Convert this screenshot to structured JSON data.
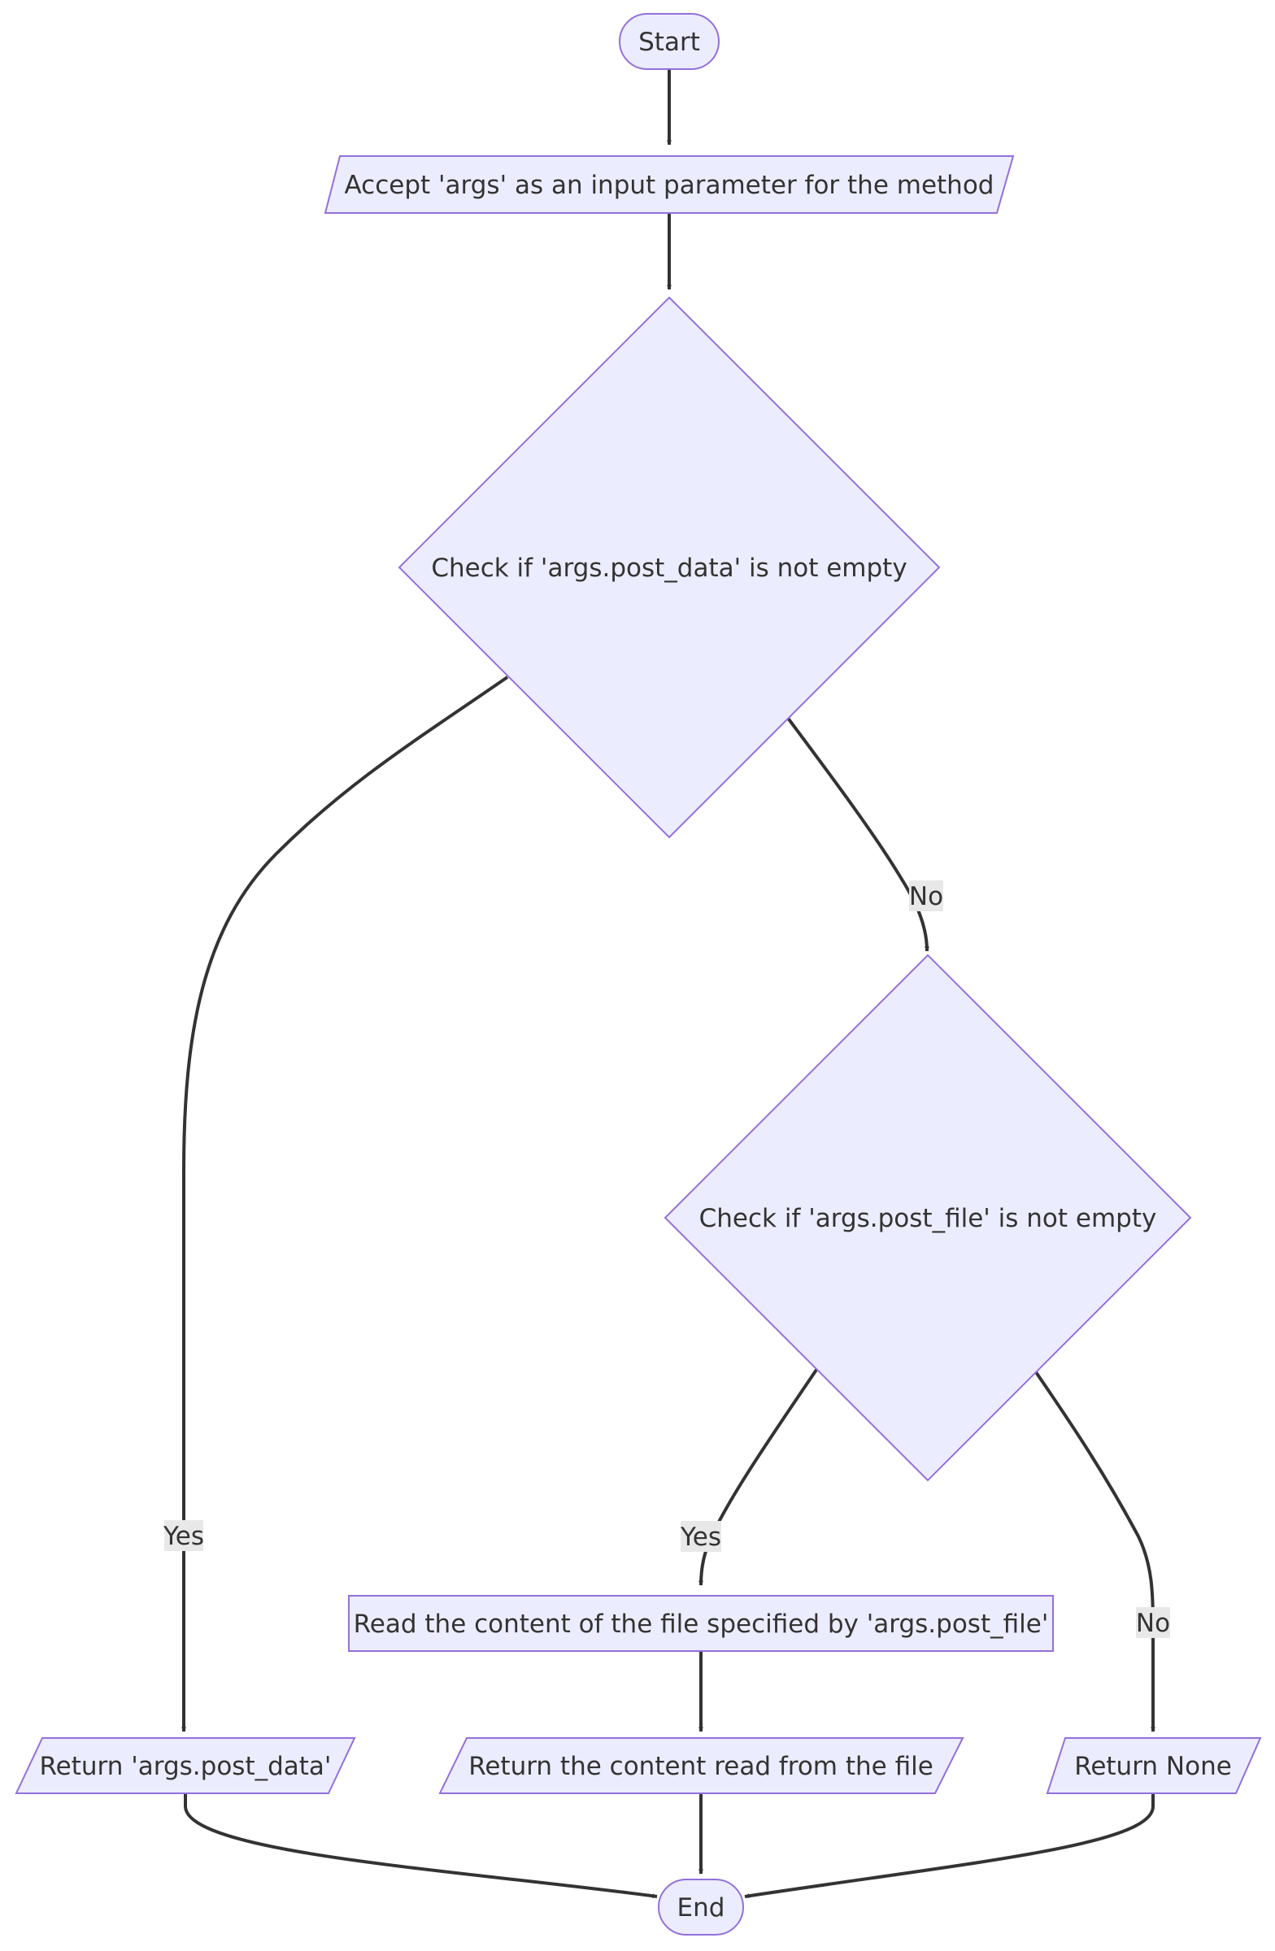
{
  "nodes": {
    "start": "Start",
    "accept_args": "Accept 'args' as an input parameter for the method",
    "check_post_data": "Check if 'args.post_data' is not empty",
    "check_post_file": "Check if 'args.post_file' is not empty",
    "read_file": "Read the content of the file specified by 'args.post_file'",
    "return_post_data": "Return 'args.post_data'",
    "return_content": "Return the content read from the file",
    "return_none": "Return None",
    "end": "End"
  },
  "edge_labels": {
    "post_data_yes": "Yes",
    "post_data_no": "No",
    "post_file_yes": "Yes",
    "post_file_no": "No"
  },
  "colors": {
    "node_fill": "#ECECFF",
    "node_stroke": "#9370DB",
    "edge": "#333333",
    "label_bg": "#e8e8e8"
  }
}
